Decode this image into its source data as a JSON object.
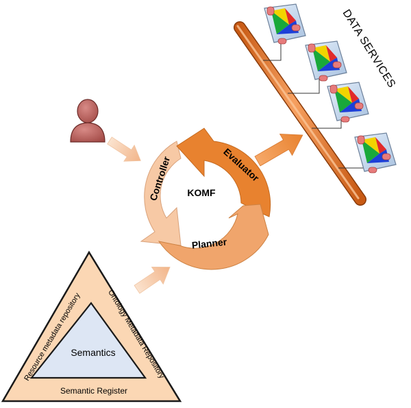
{
  "cycle": {
    "center_label": "KOMF",
    "controller_label": "Controller",
    "evaluator_label": "Evaluator",
    "planner_label": "Planner"
  },
  "data_services": {
    "title": "DATA SERVICES",
    "service_count": 4
  },
  "semantics": {
    "center_label": "Semantics",
    "left_side_label": "Resource metadata repository",
    "right_side_label": "Ontology Metadata Repository",
    "bottom_side_label": "Semantic Register"
  },
  "colors": {
    "light_peach": "#f7c9a5",
    "mid_orange": "#f0a56c",
    "dark_orange": "#e8822f",
    "bus_orange": "#f08a3c",
    "user_red": "#b65a57",
    "triangle_fill": "#fbd7b4",
    "inner_fill": "#dde6f4"
  }
}
